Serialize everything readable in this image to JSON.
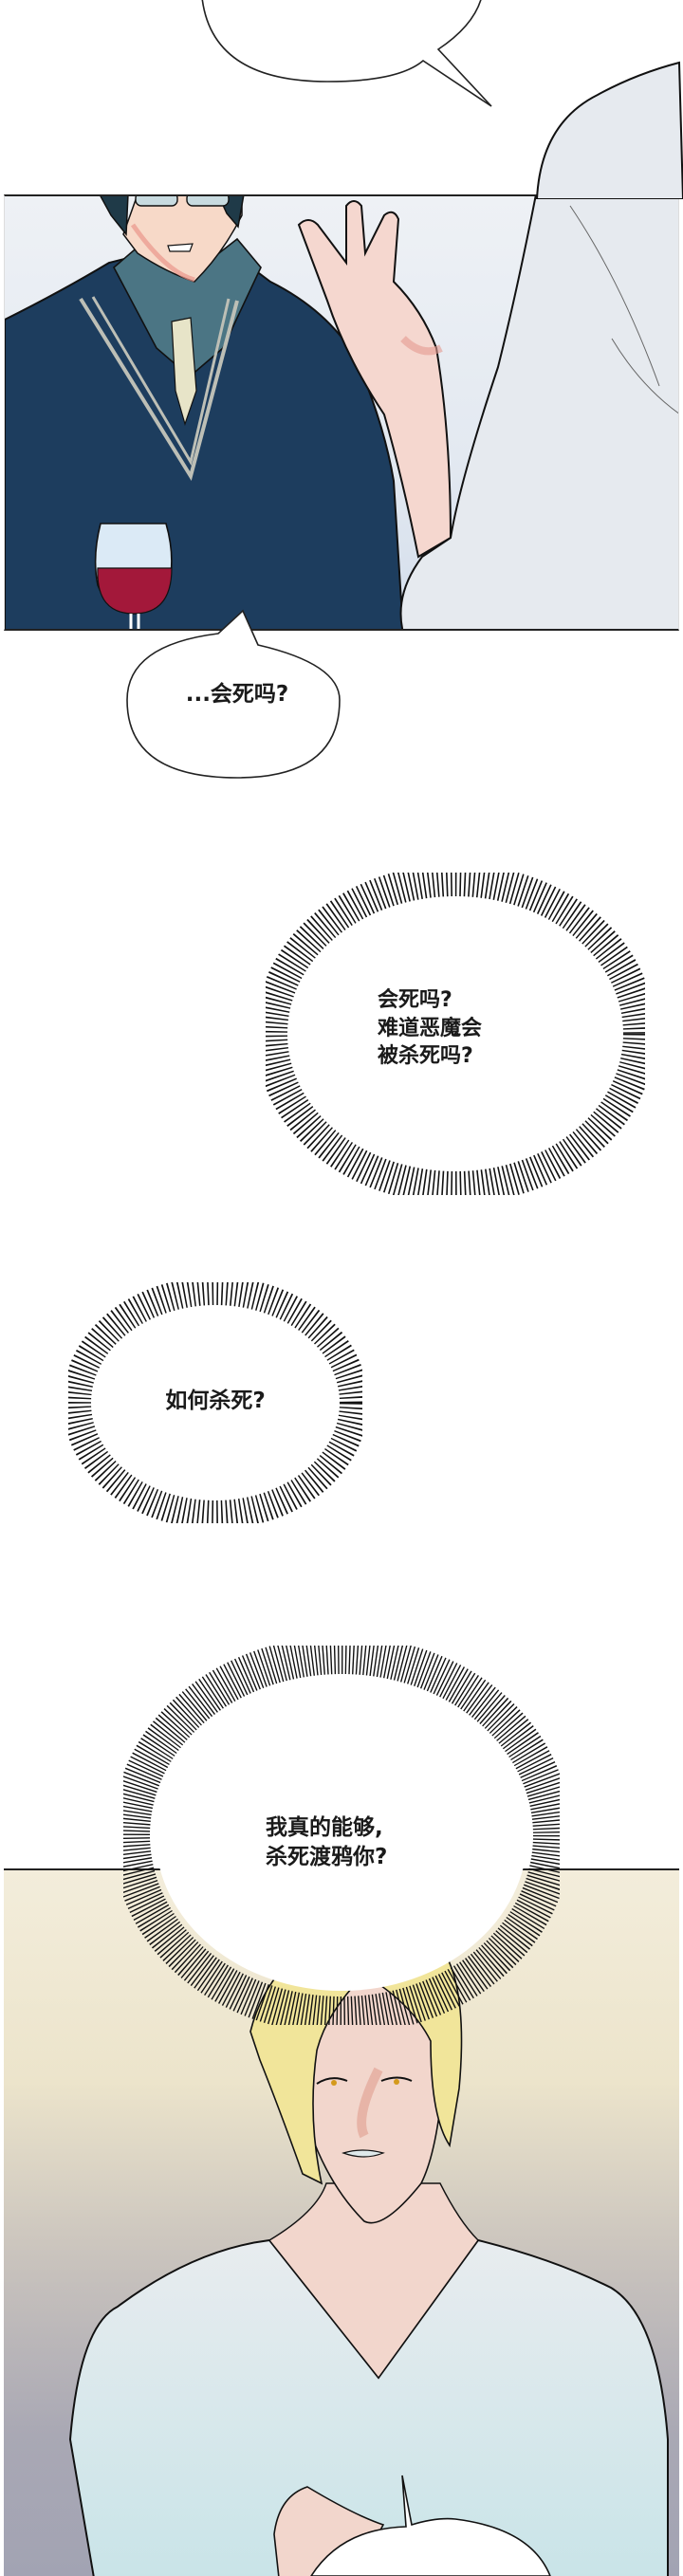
{
  "comic": {
    "panels": [
      {
        "id": "panel-1",
        "description": "Dark-haired man with glasses in navy sweater holding red wine glass; pale hand gesturing from right",
        "colors": {
          "background": "#e8edf3",
          "sweater": "#1d3d5e",
          "shirt": "#4b7584",
          "skin": "#f7d9c8",
          "wine": "#a3183a",
          "sleeve": "#e6eaef"
        }
      },
      {
        "id": "panel-2",
        "description": "Blond man with golden eyes in white v-neck shirt",
        "colors": {
          "background_top": "#f3eddb",
          "background_bottom": "#a9a8b4",
          "hair": "#f1e59a",
          "skin": "#f2d6cc",
          "shirt": "#dfe9ec"
        }
      }
    ],
    "bubbles": [
      {
        "id": "speech-top",
        "type": "speech",
        "text": ""
      },
      {
        "id": "speech-1",
        "type": "speech",
        "text": "...会死吗?"
      },
      {
        "id": "thought-1",
        "type": "burst",
        "text": "会死吗?\n难道恶魔会\n被杀死吗?"
      },
      {
        "id": "thought-2",
        "type": "burst",
        "text": "如何杀死?"
      },
      {
        "id": "thought-3",
        "type": "burst",
        "text": "我真的能够,\n杀死渡鸦你?"
      },
      {
        "id": "speech-bottom",
        "type": "speech",
        "text": ""
      }
    ]
  }
}
